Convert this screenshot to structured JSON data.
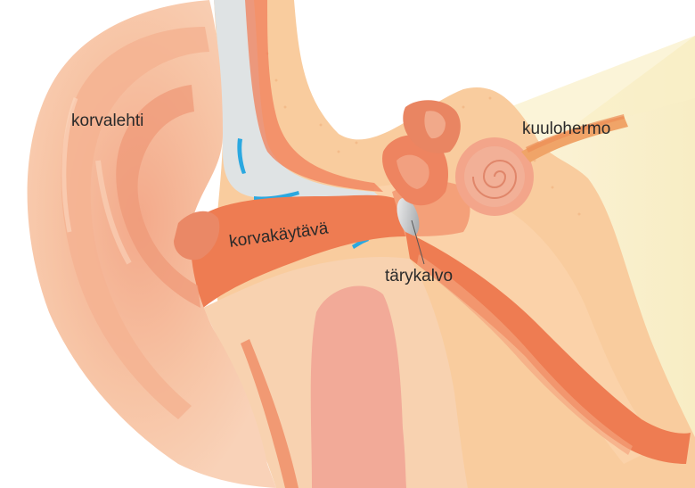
{
  "diagram": {
    "labels": {
      "pinna": "korvalehti",
      "ear_canal": "korvakäytävä",
      "eardrum": "tärykalvo",
      "auditory_nerve": "kuulohermo"
    }
  },
  "colors": {
    "skin_light": "#f7c9a8",
    "skin_mid": "#f2a884",
    "skin_dark": "#e07a58",
    "canal": "#ec7a52",
    "bone": "#f8c89a",
    "cartilage_gray": "#d7dbdc",
    "fluid_blue": "#2ba8e0",
    "background_glow": "#fbf3d8"
  }
}
